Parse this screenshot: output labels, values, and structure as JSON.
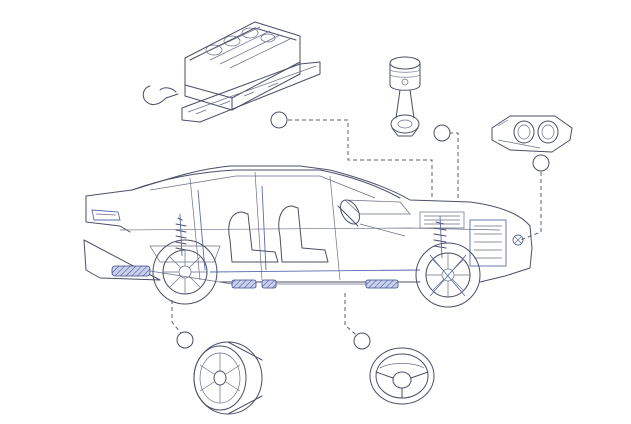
{
  "diagram": {
    "colors": {
      "line": "#4a4f66",
      "accent_blue": "#5a6bb0",
      "background": "#ffffff"
    },
    "parts": [
      {
        "id": "engine-block",
        "icon": "engine-block-icon"
      },
      {
        "id": "piston-rod",
        "icon": "piston-icon"
      },
      {
        "id": "headlight",
        "icon": "headlight-icon"
      },
      {
        "id": "wheel-rim",
        "icon": "wheel-rim-icon"
      },
      {
        "id": "steering-wheel",
        "icon": "steering-wheel-icon"
      }
    ]
  }
}
